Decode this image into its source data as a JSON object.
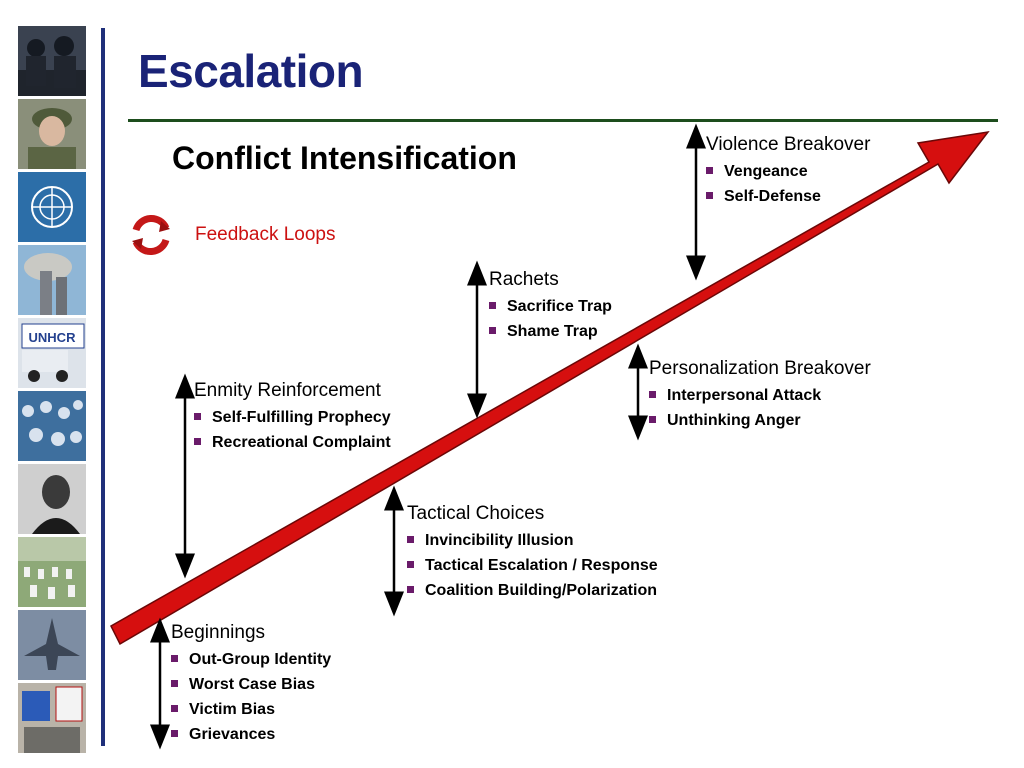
{
  "slide": {
    "title": "Escalation",
    "subtitle": "Conflict Intensification",
    "feedback_label": "Feedback Loops",
    "colors": {
      "title": "#1a2377",
      "arrow": "#d60f0f",
      "rule": "#1d4d1d",
      "accent_line": "#1f2f7a",
      "bullet": "#6a1b6a",
      "feedback": "#cc1111"
    },
    "photo_strip": [
      "riot-police-photo",
      "soldier-photo",
      "un-emblem-photo",
      "tower-smoke-photo",
      "unhcr-truck-photo",
      "refugees-photo",
      "speaker-photo",
      "cemetery-photo",
      "jet-photo",
      "protest-signs-photo",
      "handcuffs-photo"
    ]
  },
  "stages": [
    {
      "id": "beginnings",
      "title": "Beginnings",
      "items": [
        "Out-Group Identity",
        "Worst Case Bias",
        "Victim Bias",
        "Grievances"
      ]
    },
    {
      "id": "enmity",
      "title": "Enmity Reinforcement",
      "items": [
        "Self-Fulfilling Prophecy",
        "Recreational Complaint"
      ]
    },
    {
      "id": "tactical",
      "title": "Tactical Choices",
      "items": [
        "Invincibility Illusion",
        "Tactical Escalation / Response",
        "Coalition Building/Polarization"
      ]
    },
    {
      "id": "rachets",
      "title": "Rachets",
      "items": [
        "Sacrifice Trap",
        "Shame Trap"
      ]
    },
    {
      "id": "personalization",
      "title": "Personalization Breakover",
      "items": [
        "Interpersonal Attack",
        "Unthinking Anger"
      ]
    },
    {
      "id": "violence",
      "title": "Violence Breakover",
      "items": [
        "Vengeance",
        "Self-Defense"
      ]
    }
  ]
}
